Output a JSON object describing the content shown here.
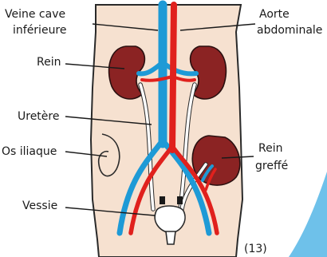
{
  "labels": {
    "veine_cave_line1": "Veine cave",
    "veine_cave_line2": "inférieure",
    "aorte_line1": "Aorte",
    "aorte_line2": "abdominale",
    "rein": "Rein",
    "uretere": "Uretère",
    "os_iliaque": "Os iliaque",
    "rein_greffe_line1": "Rein",
    "rein_greffe_line2": "greffé",
    "vessie": "Vessie",
    "figure_number": "(13)"
  },
  "colors": {
    "vein": "#1e9ad6",
    "artery": "#e0211d",
    "kidney": "#8b2323",
    "skin": "#f6e1d0",
    "corner_accent": "#6ec1ea"
  }
}
